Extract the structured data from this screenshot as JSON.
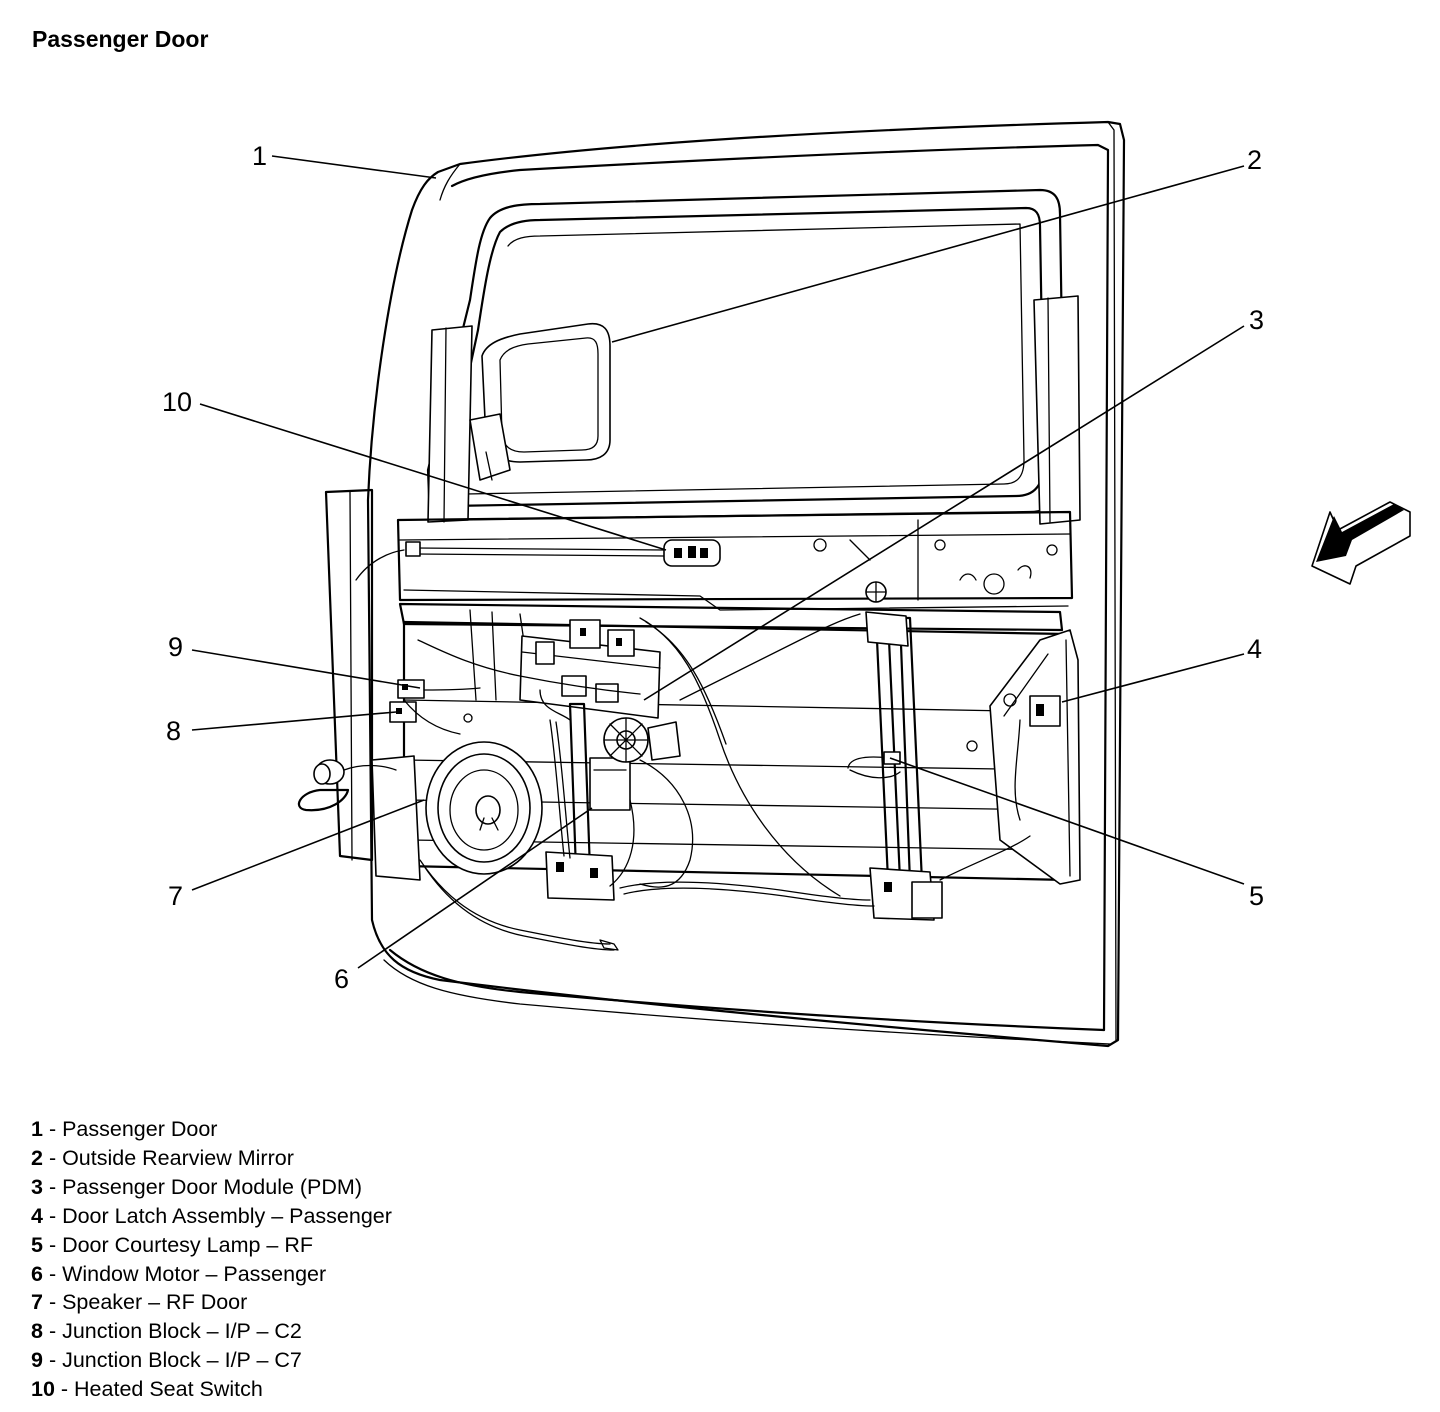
{
  "title": "Passenger Door",
  "callouts": [
    "1",
    "2",
    "3",
    "4",
    "5",
    "6",
    "7",
    "8",
    "9",
    "10"
  ],
  "legend": [
    {
      "num": "1",
      "text": " - Passenger Door"
    },
    {
      "num": "2",
      "text": " - Outside Rearview Mirror"
    },
    {
      "num": "3",
      "text": " - Passenger Door Module (PDM)"
    },
    {
      "num": "4",
      "text": " - Door Latch Assembly – Passenger"
    },
    {
      "num": "5",
      "text": " - Door Courtesy Lamp – RF"
    },
    {
      "num": "6",
      "text": " - Window Motor – Passenger"
    },
    {
      "num": "7",
      "text": " - Speaker – RF Door"
    },
    {
      "num": "8",
      "text": " - Junction Block – I/P – C2"
    },
    {
      "num": "9",
      "text": " - Junction Block – I/P – C7"
    },
    {
      "num": "10",
      "text": " - Heated Seat Switch"
    }
  ],
  "icons": {
    "direction": "view-direction-arrow-icon"
  }
}
